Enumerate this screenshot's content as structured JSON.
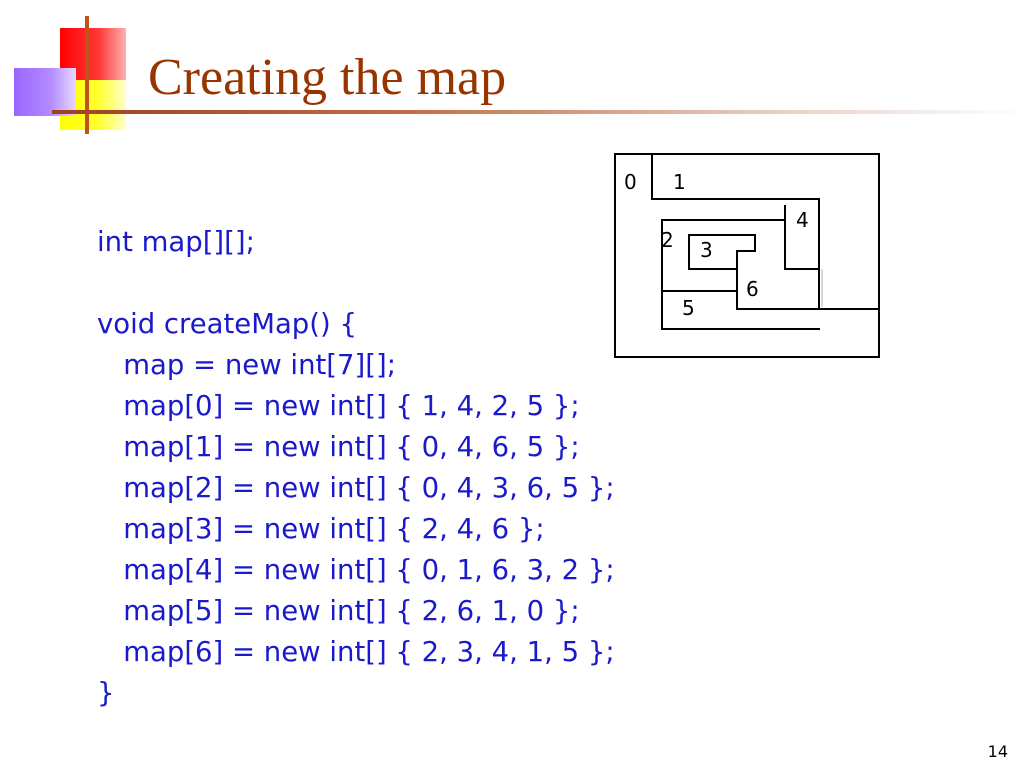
{
  "slide": {
    "title": "Creating the map",
    "page_number": "14"
  },
  "code_lines": [
    "int map[][];",
    "",
    "void createMap() {",
    "   map = new int[7][];",
    "   map[0] = new int[] { 1, 4, 2, 5 };",
    "   map[1] = new int[] { 0, 4, 6, 5 };",
    "   map[2] = new int[] { 0, 4, 3, 6, 5 };",
    "   map[3] = new int[] { 2, 4, 6 };",
    "   map[4] = new int[] { 0, 1, 6, 3, 2 };",
    "   map[5] = new int[] { 2, 6, 1, 0 };",
    "   map[6] = new int[] { 2, 3, 4, 1, 5 };",
    "}"
  ],
  "diagram": {
    "region_labels": [
      "0",
      "1",
      "2",
      "3",
      "4",
      "5",
      "6"
    ],
    "colors": {
      "lines": "#000000",
      "faint_line": "#b0b0b0"
    }
  },
  "colors": {
    "title": "#993300",
    "code": "#1a1acc",
    "accent_line": "#c0521a",
    "deco_red": "#ff0000",
    "deco_yellow": "#ffff00",
    "deco_purple": "#9966ff"
  }
}
